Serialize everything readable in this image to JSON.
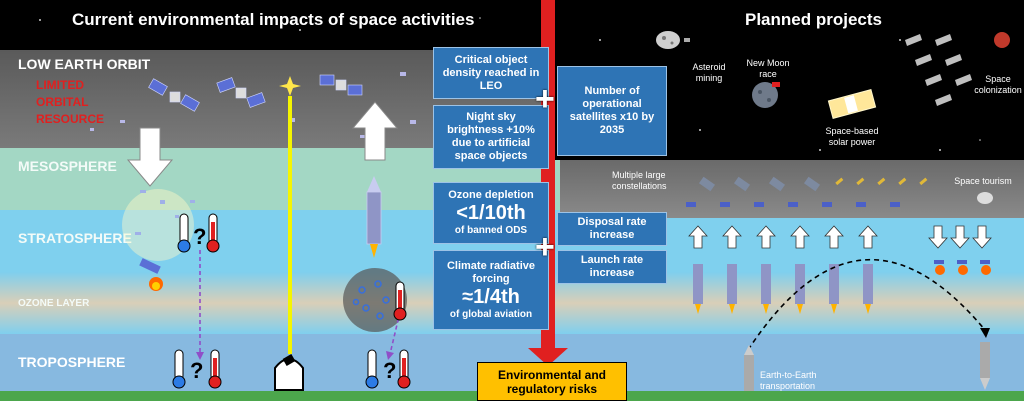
{
  "left_title": "Current environmental impacts of space activities",
  "right_title": "Planned projects",
  "layers": {
    "leo": "LOW EARTH ORBIT",
    "limited_resource": [
      "LIMITED",
      "ORBITAL",
      "RESOURCE"
    ],
    "mesosphere": "MESOSPHERE",
    "stratosphere": "STRATOSPHERE",
    "ozone": "OZONE LAYER",
    "troposphere": "TROPOSPHERE"
  },
  "boxes": {
    "critical": "Critical object density reached in LEO",
    "nightsky": "Night sky brightness +10% due to artificial space objects",
    "operational": "Number of operational satellites x10 by 2035",
    "ozone_head": "Ozone depletion",
    "ozone_value": "<1/10th",
    "ozone_tail": "of banned ODS",
    "disposal": "Disposal rate increase",
    "climate_head": "Climate radiative forcing",
    "climate_value": "≈1/4th",
    "climate_tail": "of global aviation",
    "launch": "Launch rate increase",
    "risks": "Environmental and regulatory risks"
  },
  "projects": {
    "asteroid": "Asteroid mining",
    "moon": "New Moon race",
    "solar": "Space-based solar power",
    "colonization": "Space colonization",
    "constellations": "Multiple large constellations",
    "tourism": "Space tourism",
    "e2e": "Earth-to-Earth transportation"
  },
  "symbols": {
    "question": "?",
    "plus": "+"
  },
  "colors": {
    "red_line": "#e02020",
    "box_blue": "#2e74b5",
    "risk_yellow": "#ffc000",
    "limited_red": "#e02020",
    "beam_yellow": "#f5f500"
  }
}
